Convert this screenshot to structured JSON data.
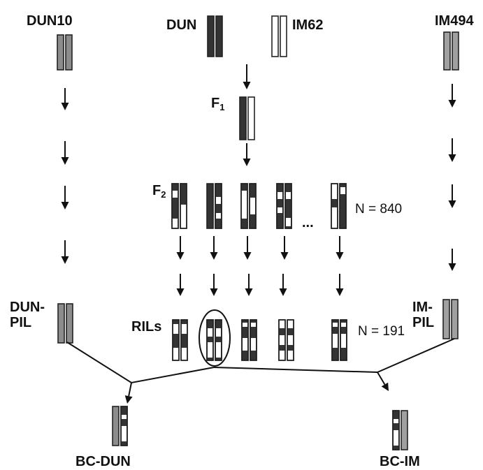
{
  "labels": {
    "dun10": "DUN10",
    "dun": "DUN",
    "im62": "IM62",
    "im494": "IM494",
    "f1_base": "F",
    "f1_sub": "1",
    "f2_base": "F",
    "f2_sub": "2",
    "ellipsis": "...",
    "n_f2": "N = 840",
    "dun_pil_line1": "DUN-",
    "dun_pil_line2": "PIL",
    "im_pil_line1": "IM-",
    "im_pil_line2": "PIL",
    "rils": "RILs",
    "n_rils": "N = 191",
    "bc_dun": "BC-DUN",
    "bc_im": "BC-IM"
  },
  "colors": {
    "dun": "#333333",
    "im62": "#ffffff",
    "pil_gray": "#8c8c8c",
    "line": "#111111"
  }
}
